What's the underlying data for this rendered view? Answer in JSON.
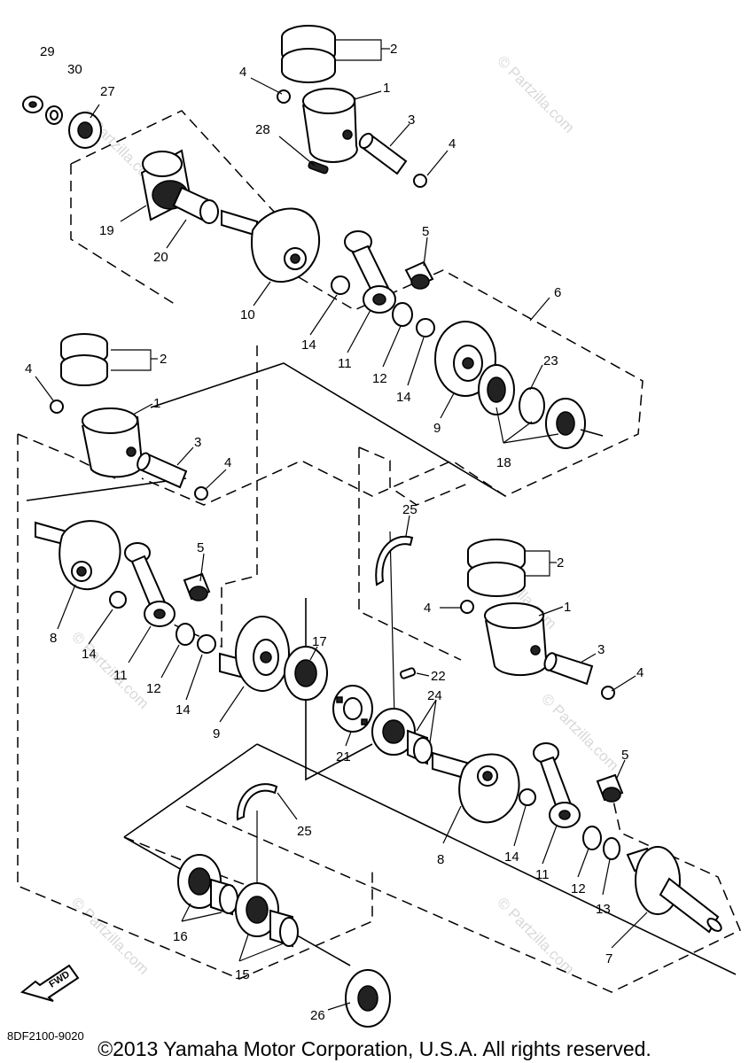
{
  "diagram": {
    "code": "8DF2100-9020",
    "fwd_label": "FWD",
    "copyright": "©2013 Yamaha Motor Corporation, U.S.A. All rights reserved.",
    "watermark": "© Partzilla.com",
    "callouts": [
      "29",
      "30",
      "27",
      "2",
      "4",
      "1",
      "3",
      "4",
      "28",
      "19",
      "20",
      "10",
      "5",
      "6",
      "14",
      "11",
      "12",
      "14",
      "9",
      "23",
      "18",
      "2",
      "4",
      "1",
      "3",
      "4",
      "8",
      "5",
      "14",
      "11",
      "12",
      "14",
      "9",
      "17",
      "22",
      "24",
      "21",
      "25",
      "2",
      "4",
      "1",
      "3",
      "4",
      "5",
      "25",
      "8",
      "14",
      "11",
      "12",
      "13",
      "7",
      "16",
      "15",
      "26"
    ]
  }
}
